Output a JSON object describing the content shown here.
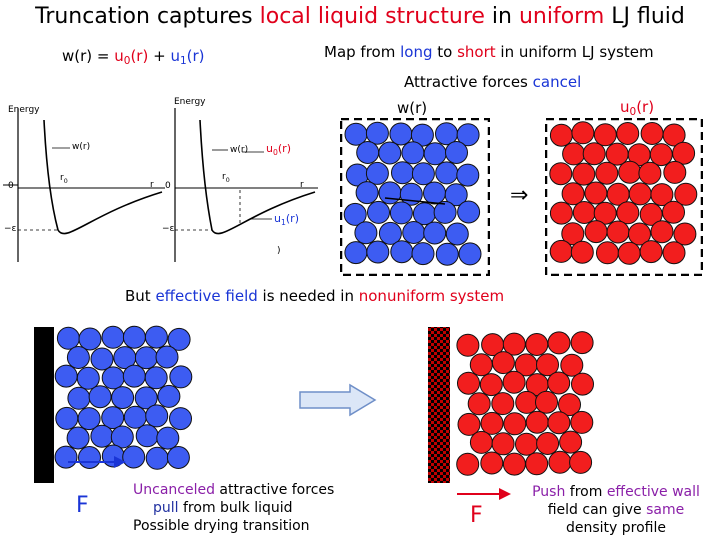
{
  "title": {
    "part1": "Truncation captures ",
    "part2": "local liquid structure",
    "part3": " in ",
    "part4": "uniform",
    "part5": " LJ fluid"
  },
  "equation": {
    "lhs": "w(r) = ",
    "u": "u",
    "u0_sub": "0",
    "u0_arg": "(r)",
    "plus": " + ",
    "u1_sub": "1",
    "u1_arg": "(r)"
  },
  "map_line": {
    "part1": "Map from ",
    "long": "long",
    "part2": " to ",
    "short": "short",
    "part3": " in uniform LJ system"
  },
  "attractive": {
    "part1": "Attractive forces ",
    "cancel": "cancel"
  },
  "wr_label": "w(r)",
  "u0r_label": {
    "u": "u",
    "sub": "0",
    "arg": "(r)"
  },
  "plot_left": {
    "energy_label": "Energy",
    "curve_label": "w(r)",
    "r0_label": "r",
    "r0_sub": "0",
    "zero_label": "0",
    "eps_label": "−ε",
    "r_label": "r"
  },
  "plot_right": {
    "energy_label": "Energy",
    "curve_label": "w(r)",
    "r0_label": "r",
    "r0_sub": "0",
    "zero_label": "0",
    "eps_label": "−ε",
    "r_label": "r",
    "u0_label": {
      "u": "u",
      "sub": "0",
      "arg": "(r)"
    },
    "u1_label": {
      "u": "u",
      "sub": "1",
      "arg": "(r)"
    },
    "corner_mark": ")"
  },
  "implies_symbol": "⇒",
  "effective_line": {
    "part1": "But ",
    "effective": "effective field",
    "part2": " is needed in ",
    "nonuniform": "nonuniform system"
  },
  "force_label_left": "F",
  "force_label_right": "F",
  "bottom_left": {
    "uncanceled": "Uncanceled",
    "line1_rest": " attractive forces",
    "pull": "pull",
    "line2_rest": " from bulk liquid",
    "line3": "Possible drying transition"
  },
  "bottom_right": {
    "push": "Push",
    "from": " from ",
    "effective_wall": "effective wall",
    "line2_a": "field can give ",
    "same": "same",
    "line3": "density profile"
  },
  "colors": {
    "blue_fill": "#3d5cf2",
    "red_fill": "#f21e1e",
    "accent_red": "#e0001b",
    "accent_blue": "#1a35d6",
    "accent_purple": "#8a1fa8",
    "arrow_fill": "#dbe6f7",
    "arrow_stroke": "#6f8fc8"
  }
}
